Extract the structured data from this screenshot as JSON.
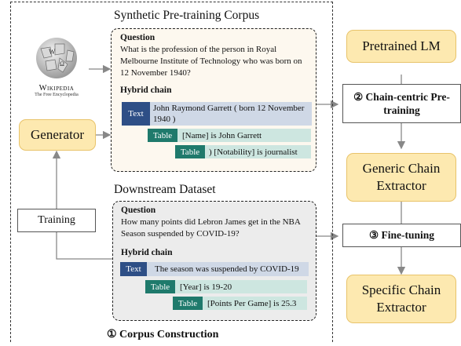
{
  "synthetic": {
    "title": "Synthetic Pre-training Corpus",
    "question_label": "Question",
    "question": "What is the profession of the person in Royal Melbourne Institute of Technology who was born on 12 November 1940?",
    "chain_label": "Hybrid chain",
    "steps": [
      {
        "tag": "Text",
        "text": "John Raymond Garrett ( born 12 November 1940 )"
      },
      {
        "tag": "Table",
        "text": "[Name] is John Garrett"
      },
      {
        "tag": "Table",
        "text": ") [Notability] is journalist"
      }
    ]
  },
  "downstream": {
    "title": "Downstream Dataset",
    "question_label": "Question",
    "question": "How many points did Lebron James get in the NBA Season suspended by COVID-19?",
    "chain_label": "Hybrid chain",
    "steps": [
      {
        "tag": "Text",
        "text": "The season was suspended by COVID-19"
      },
      {
        "tag": "Table",
        "text": "[Year] is 19-20"
      },
      {
        "tag": "Table",
        "text": "[Points Per Game] is 25.3"
      }
    ]
  },
  "wikipedia": {
    "name": "Wikipedia",
    "tagline": "The Free Encyclopedia"
  },
  "left": {
    "generator": "Generator",
    "training": "Training"
  },
  "corpus_construction": "① Corpus Construction",
  "right": {
    "pretrained_lm": "Pretrained LM",
    "chain_pretraining": "② Chain-centric Pre-training",
    "generic_extractor": "Generic Chain Extractor",
    "finetuning": "③ Fine-tuning",
    "specific_extractor": "Specific Chain Extractor"
  },
  "colors": {
    "text_chip": "#2e4f86",
    "table_chip": "#1f7a6c",
    "text_row": "#cfd8e6",
    "table_row": "#cde6e0",
    "orange_box": "#fde9b0",
    "connector_red": "#d9392b"
  }
}
